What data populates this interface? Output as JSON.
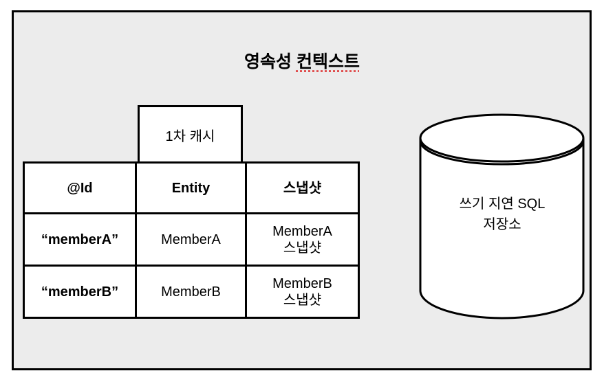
{
  "title": {
    "part1": "영속성",
    "part2": "컨텍스트"
  },
  "first_level_cache": {
    "label": "1차 캐시",
    "headers": [
      "@Id",
      "Entity",
      "스냅샷"
    ],
    "rows": [
      {
        "id": "“memberA”",
        "entity": "MemberA",
        "snapshot_line1": "MemberA",
        "snapshot_line2": "스냅샷"
      },
      {
        "id": "“memberB”",
        "entity": "MemberB",
        "snapshot_line1": "MemberB",
        "snapshot_line2": "스냅샷"
      }
    ]
  },
  "sql_store": {
    "line1": "쓰기 지연 SQL",
    "line2": "저장소"
  },
  "colors": {
    "context_background": "#ececec",
    "border": "#000000",
    "box_fill": "#ffffff",
    "spell_underline": "#dd3333"
  }
}
